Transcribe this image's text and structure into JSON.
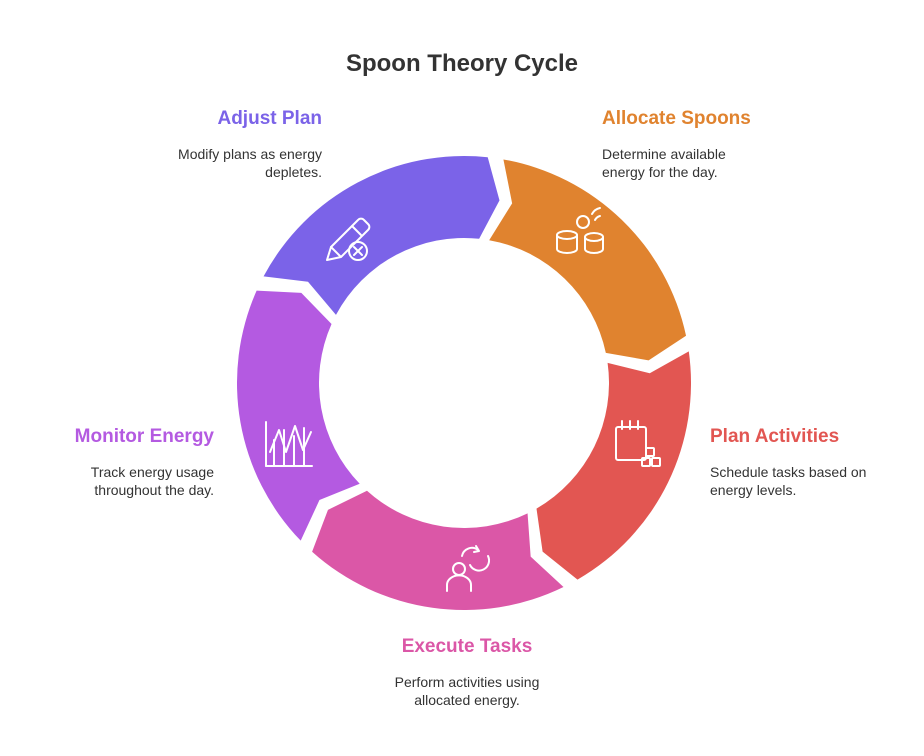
{
  "title": "Spoon Theory Cycle",
  "stages": [
    {
      "label": "Allocate Spoons",
      "description": "Determine available energy for the day.",
      "color": "#E0832F",
      "icon": "spoons-icon"
    },
    {
      "label": "Plan Activities",
      "description": "Schedule tasks based on energy levels.",
      "color": "#E25652",
      "icon": "calendar-icon"
    },
    {
      "label": "Execute Tasks",
      "description": "Perform activities using allocated energy.",
      "color": "#DB57A7",
      "icon": "person-refresh-icon"
    },
    {
      "label": "Monitor Energy",
      "description": "Track energy usage throughout the day.",
      "color": "#B45AE1",
      "icon": "chart-icon"
    },
    {
      "label": "Adjust Plan",
      "description": "Modify plans as energy depletes.",
      "color": "#7B63E8",
      "icon": "pencil-cancel-icon"
    }
  ]
}
